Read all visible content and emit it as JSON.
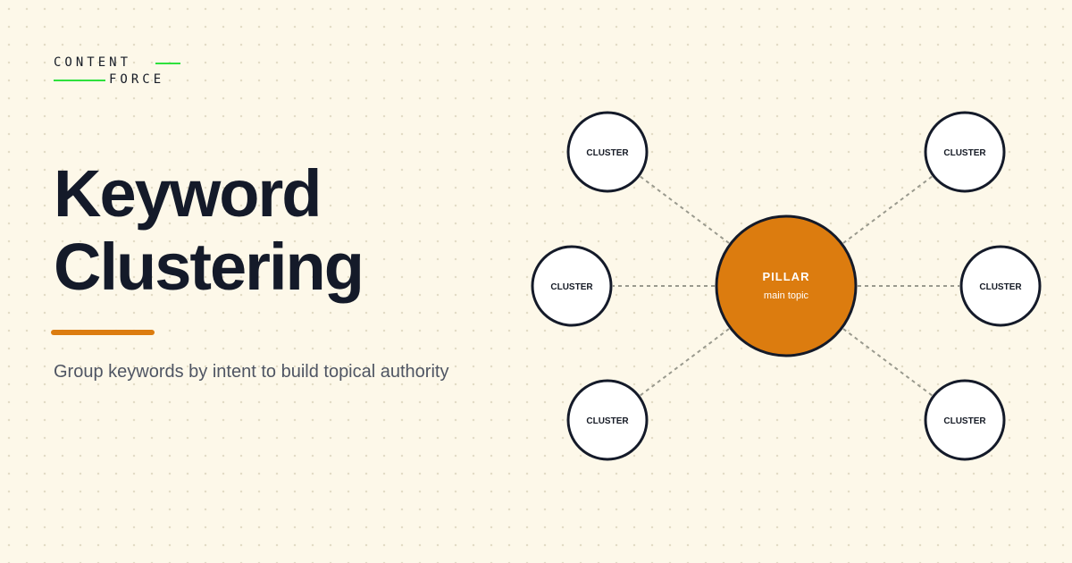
{
  "brand": {
    "line1": "CONTENT",
    "line2": "FORCE",
    "accent_color": "#2fe13d"
  },
  "title": {
    "line1": "Keyword",
    "line2": "Clustering"
  },
  "subtitle": "Group keywords by intent to build topical authority",
  "colors": {
    "background": "#fdf8e9",
    "pillar": "#dc7c0f",
    "text_dark": "#141a29",
    "connector": "#9a9a8e"
  },
  "diagram": {
    "pillar": {
      "label": "PILLAR",
      "sublabel": "main topic"
    },
    "clusters": [
      {
        "label": "CLUSTER",
        "position": "top-left"
      },
      {
        "label": "CLUSTER",
        "position": "top-right"
      },
      {
        "label": "CLUSTER",
        "position": "middle-left"
      },
      {
        "label": "CLUSTER",
        "position": "middle-right"
      },
      {
        "label": "CLUSTER",
        "position": "bottom-left"
      },
      {
        "label": "CLUSTER",
        "position": "bottom-right"
      }
    ]
  }
}
